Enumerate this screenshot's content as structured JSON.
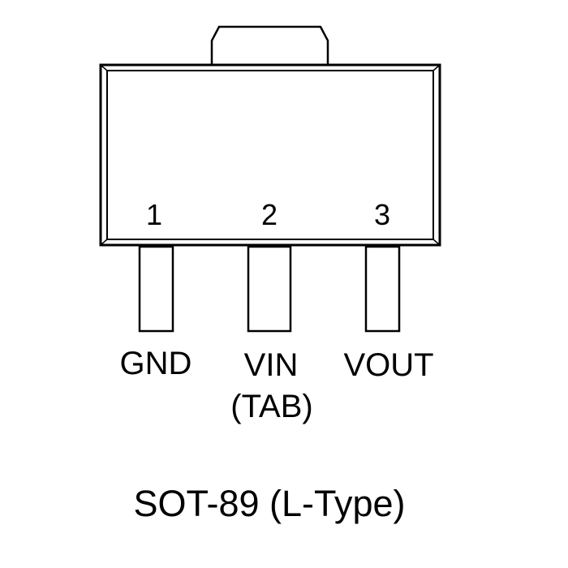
{
  "package": {
    "caption": "SOT-89 (L-Type)"
  },
  "pins": [
    {
      "number": "1",
      "label": "GND",
      "sublabel": ""
    },
    {
      "number": "2",
      "label": "VIN",
      "sublabel": "(TAB)"
    },
    {
      "number": "3",
      "label": "VOUT",
      "sublabel": ""
    }
  ],
  "colors": {
    "stroke": "#000000",
    "body_fill": "#ffffff",
    "background": "#ffffff"
  }
}
